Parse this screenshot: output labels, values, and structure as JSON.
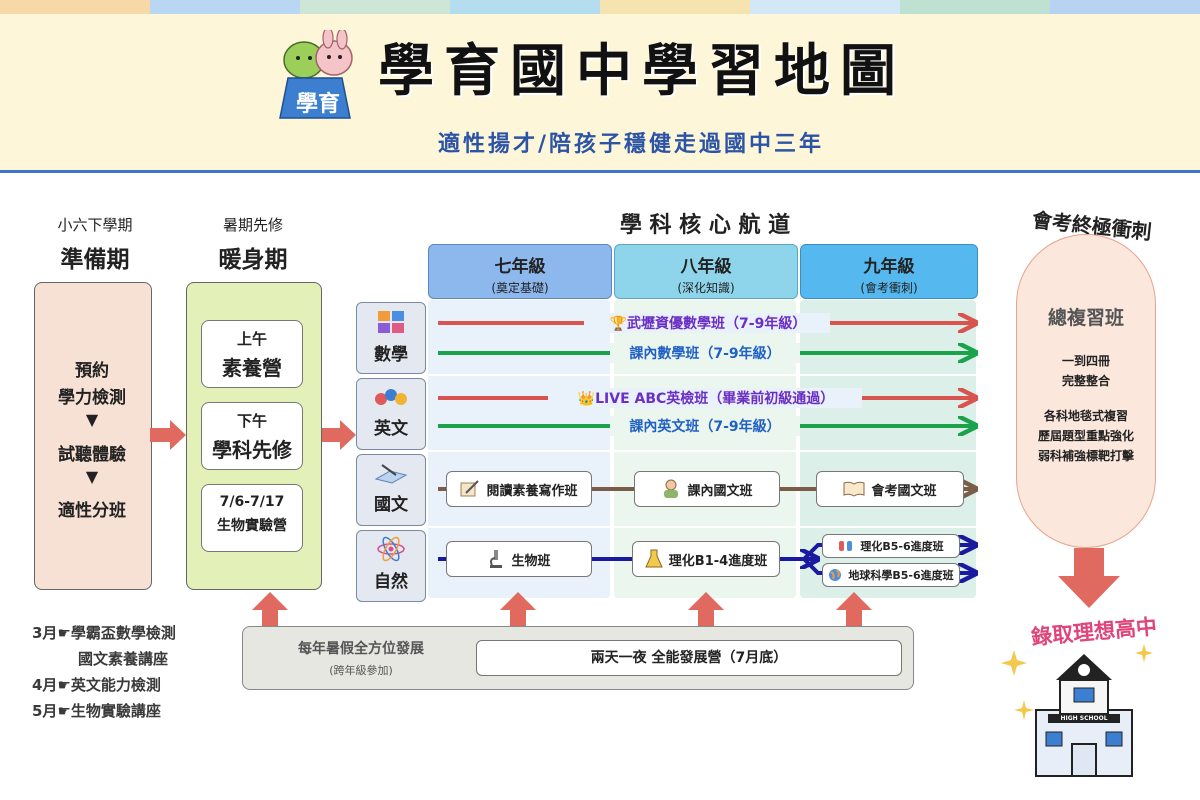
{
  "header": {
    "logo_text": "學育",
    "title": "學育國中學習地圖",
    "subtitle": "適性揚才/陪孩子穩健走過國中三年"
  },
  "prep": {
    "top_label": "小六下學期",
    "title": "準備期",
    "steps": [
      "預約",
      "學力檢測",
      "▼",
      "試聽體驗",
      "▼",
      "適性分班"
    ]
  },
  "warmup": {
    "top_label": "暑期先修",
    "title": "暖身期",
    "morning_label": "上午",
    "morning_title": "素養營",
    "afternoon_label": "下午",
    "afternoon_title": "學科先修",
    "camp_dates": "7/6-7/17",
    "camp_name": "生物實驗營"
  },
  "core": {
    "title": "學 科 核 心 航 道",
    "grades": [
      {
        "name": "七年級",
        "sub": "(奠定基礎)"
      },
      {
        "name": "八年級",
        "sub": "(深化知識)"
      },
      {
        "name": "九年級",
        "sub": "(會考衝刺)"
      }
    ],
    "subjects": [
      "數學",
      "英文",
      "國文",
      "自然"
    ],
    "math": {
      "line1": "🏆武壢資優數學班（7-9年級）",
      "line2": "課內數學班（7-9年級）"
    },
    "english": {
      "line1": "👑LIVE ABC英檢班（畢業前初級通過）",
      "line2": "課內英文班（7-9年級）"
    },
    "chinese": [
      "閱讀素養寫作班",
      "課內國文班",
      "會考國文班"
    ],
    "science": [
      "生物班",
      "理化B1-4進度班",
      "理化B5-6進度班",
      "地球科學B5-6進度班"
    ]
  },
  "final": {
    "title": "會考終極衝刺",
    "box_title": "總複習班",
    "lines1": [
      "一到四冊",
      "完整整合"
    ],
    "lines2": [
      "各科地毯式複習",
      "歷屆題型重點強化",
      "弱科補強標靶打擊"
    ],
    "goal": "錄取理想高中",
    "school_sign": "HIGH SCHOOL"
  },
  "summer": {
    "title": "每年暑假全方位發展",
    "sub": "(跨年級參加)",
    "camp": "兩天一夜 全能發展營（7月底）"
  },
  "events": [
    {
      "month": "3月",
      "text": "學霸盃數學檢測"
    },
    {
      "month": "",
      "text": "國文素養講座"
    },
    {
      "month": "4月",
      "text": "英文能力檢測"
    },
    {
      "month": "5月",
      "text": "生物實驗講座"
    }
  ],
  "event_marker": "☛",
  "colors": {
    "red": "#d9534f",
    "green": "#1aa34a",
    "brown": "#7a5c48",
    "navy": "#1a1aa0",
    "purple": "#6b2fc4",
    "blue": "#2160c4"
  }
}
